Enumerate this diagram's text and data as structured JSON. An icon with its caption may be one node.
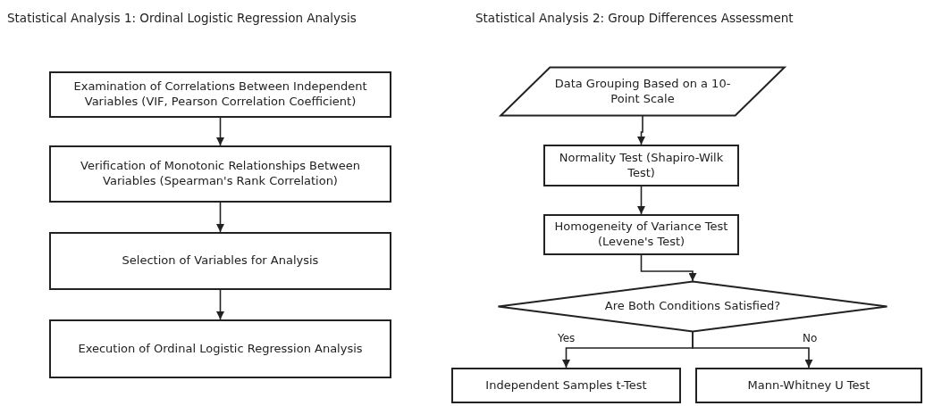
{
  "diagram": {
    "nodes": [
      {
        "text": [
          "Examination of Correlations Between Independent Variables (VIF, Pearson Correlation Coefficient)"
        ]
      },
      {
        "text": [
          "Verification of Monotonic Relationships Between Variables (Spearman's Rank Correlation)"
        ]
      },
      {
        "text": [
          "Selection of Variables for Analysis"
        ]
      },
      {
        "text": [
          "Execution of Ordinal Logistic Regression Analysis"
        ]
      },
      {
        "text": [
          "Data Grouping Based on a 10-Point Scale"
        ]
      },
      {
        "text": [
          "Normality Test (Shapiro-Wilk Test)"
        ]
      },
      {
        "text": [
          "Homogeneity of Variance Test (Levene's Test)"
        ]
      },
      {
        "text": [
          "Are Both Conditions Satisfied?"
        ]
      },
      {
        "text": [
          "Independent Samples t-Test"
        ]
      },
      {
        "text": [
          "Mann-Whitney U Test"
        ]
      }
    ],
    "edges": [
      {
        "from": 0,
        "to": 1,
        "arrow": "to"
      },
      {
        "from": 1,
        "to": 2,
        "arrow": "to"
      },
      {
        "from": 2,
        "to": 3,
        "arrow": "to"
      },
      {
        "from": 4,
        "to": 5,
        "arrow": "to"
      },
      {
        "from": 5,
        "to": 6,
        "arrow": "to"
      },
      {
        "from": 6,
        "to": 7,
        "arrow": "to"
      },
      {
        "from": 7,
        "to": 8,
        "arrow": "to",
        "label": "Yes"
      },
      {
        "from": 7,
        "to": 9,
        "arrow": "to",
        "label": "No"
      }
    ],
    "labels": [
      "Statistical Analysis 1: Ordinal Logistic Regression Analysis",
      "Statistical Analysis 2: Group Differences Assessment"
    ]
  }
}
